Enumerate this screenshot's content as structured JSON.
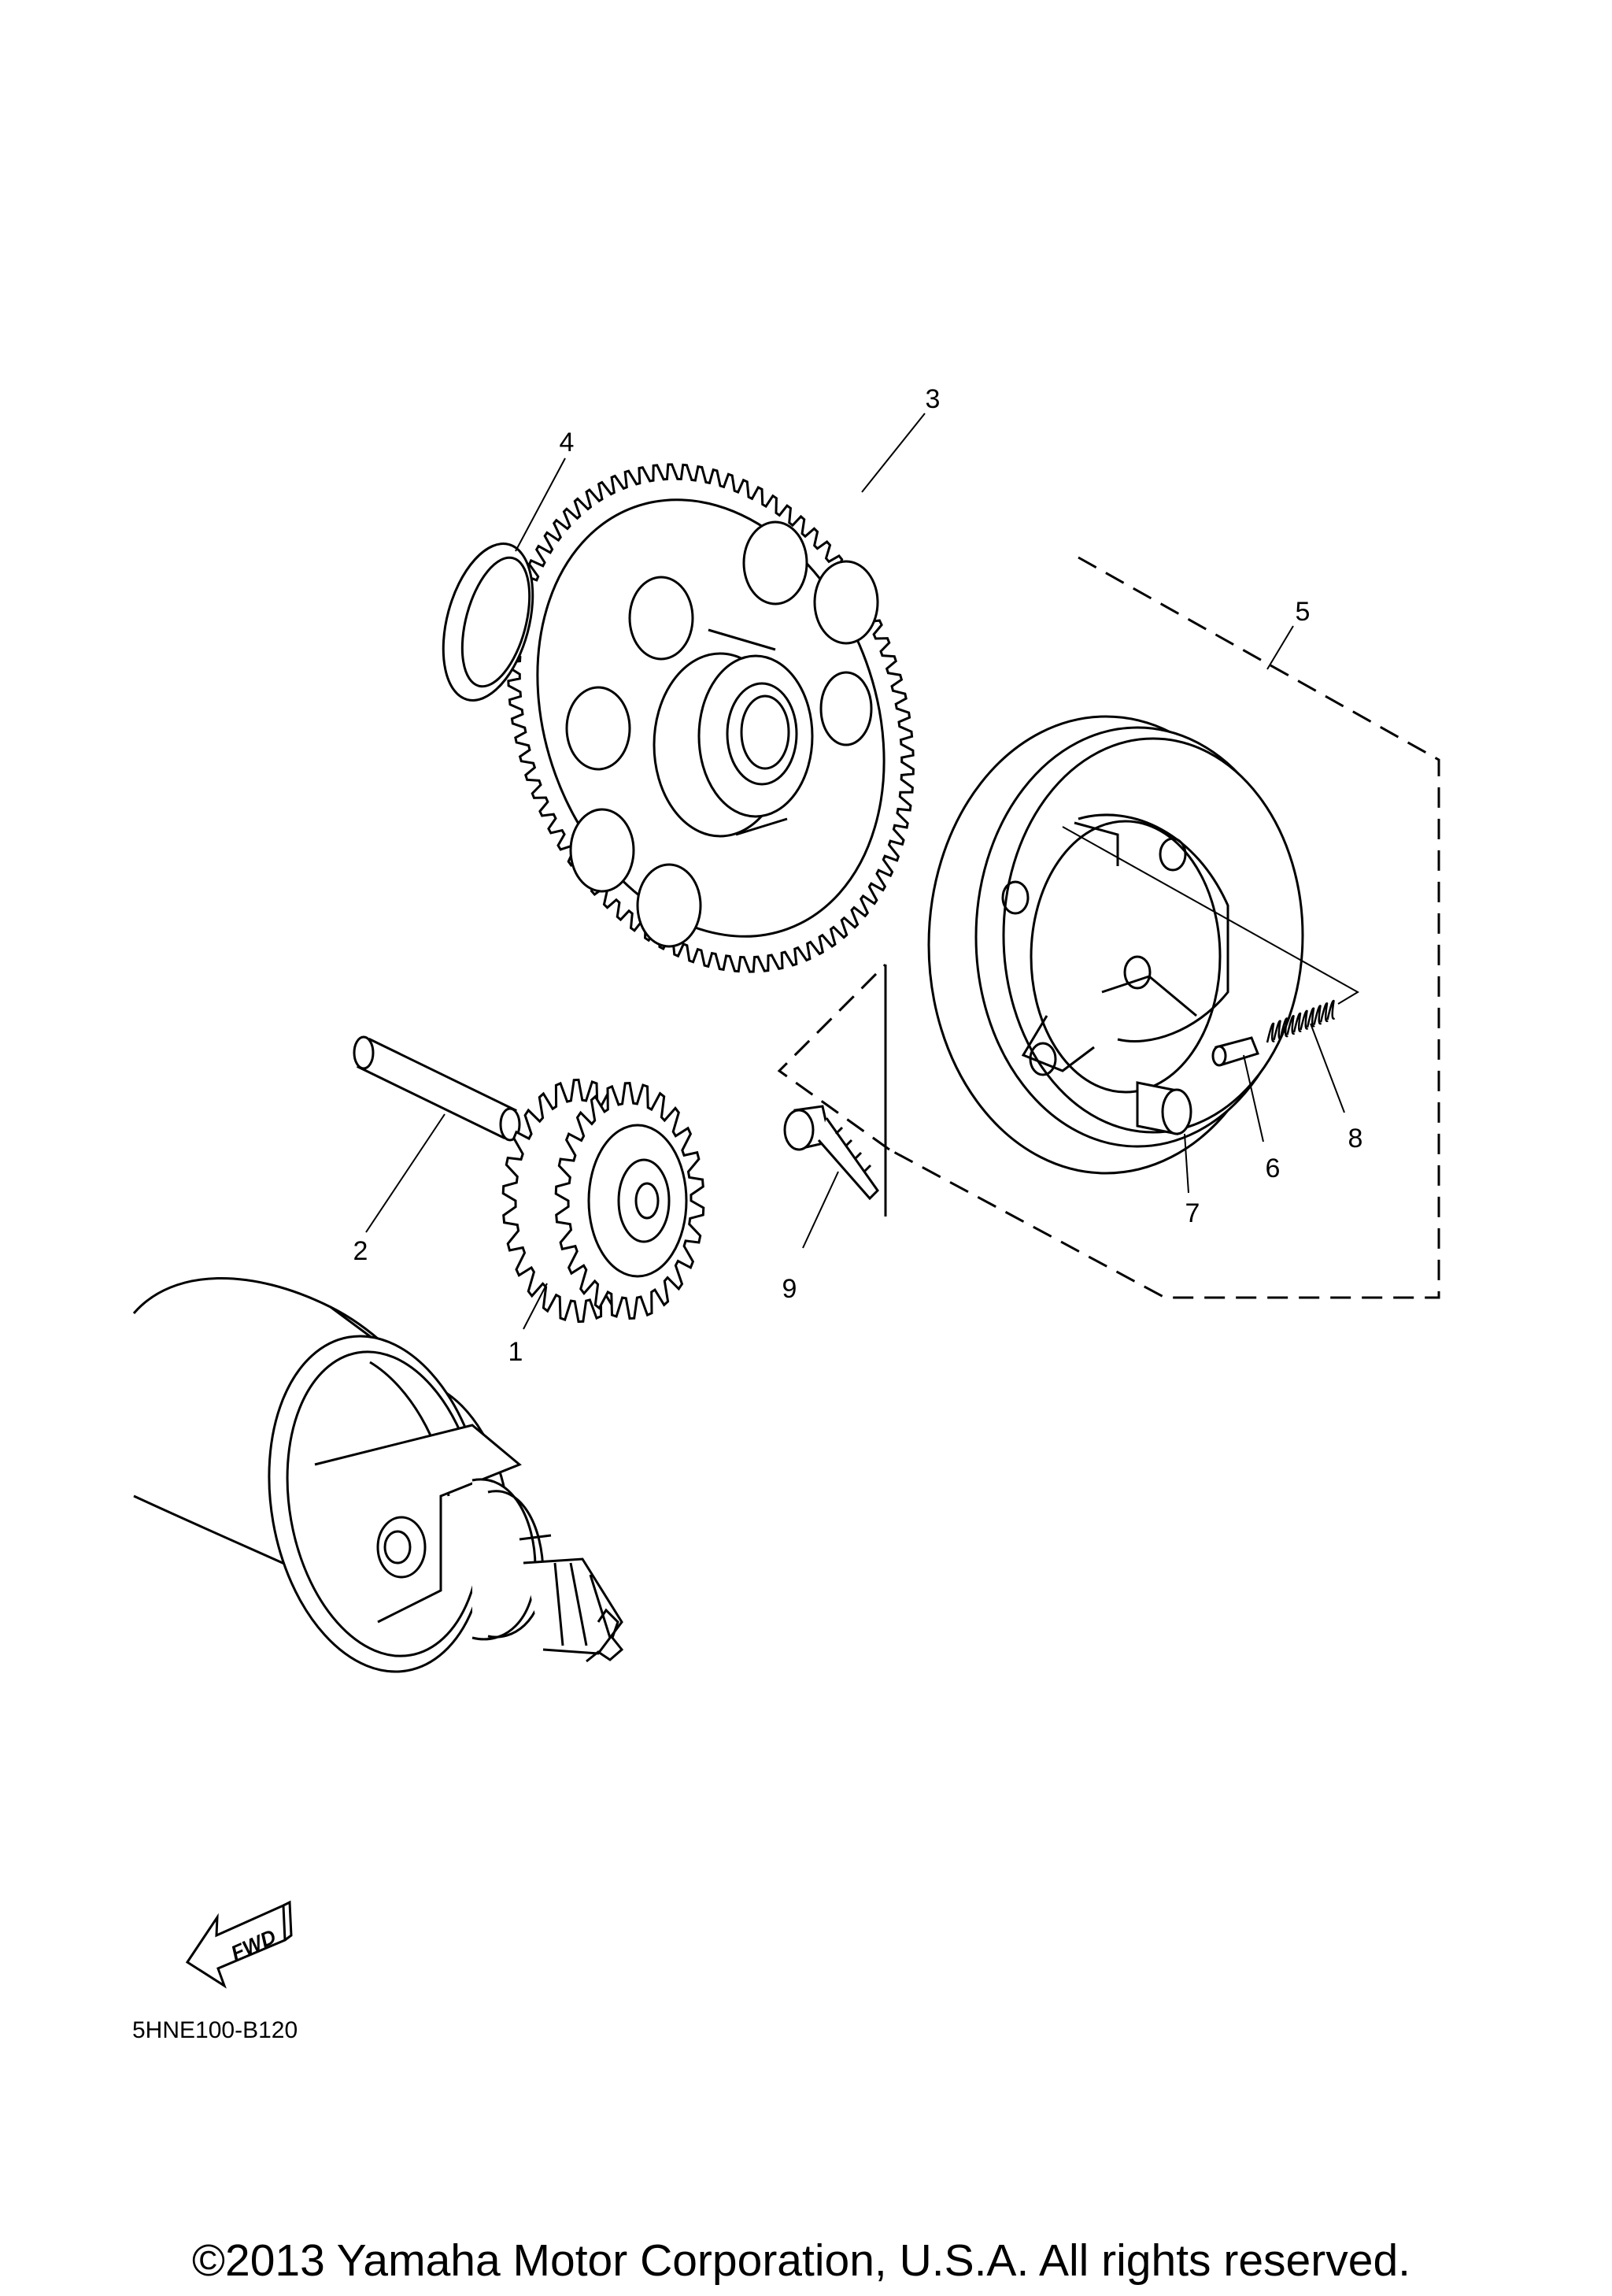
{
  "callouts": [
    {
      "id": "1",
      "label": "1"
    },
    {
      "id": "2",
      "label": "2"
    },
    {
      "id": "3",
      "label": "3"
    },
    {
      "id": "4",
      "label": "4"
    },
    {
      "id": "5",
      "label": "5"
    },
    {
      "id": "6",
      "label": "6"
    },
    {
      "id": "7",
      "label": "7"
    },
    {
      "id": "8",
      "label": "8"
    },
    {
      "id": "9",
      "label": "9"
    }
  ],
  "fwd_indicator": {
    "label": "FWD",
    "icon": "fwd-arrow-icon"
  },
  "diagram_code": "5HNE100-B120",
  "copyright": "©2013 Yamaha Motor Corporation, U.S.A. All rights reserved.",
  "colors": {
    "line": "#000000",
    "background": "#ffffff"
  }
}
